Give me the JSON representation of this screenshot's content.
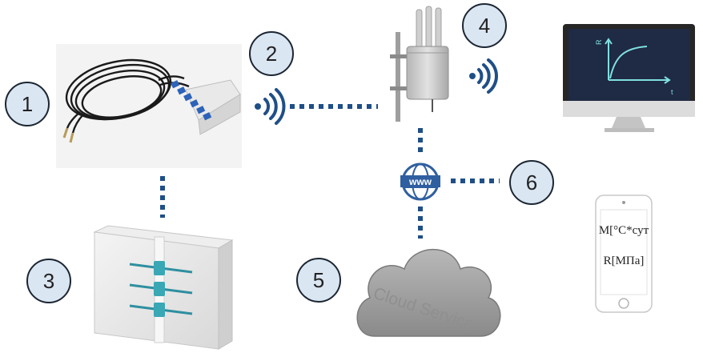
{
  "badges": [
    "1",
    "2",
    "3",
    "4",
    "5",
    "6"
  ],
  "cloud": {
    "label": "Cloud Service"
  },
  "phone": {
    "line1": "M[°C*сут",
    "line2": "R[МПа]"
  },
  "monitor": {
    "y_axis_label": "R",
    "x_axis_label": "t"
  },
  "colors": {
    "connector": "#1f4f87",
    "badge_fill": "#dbe6f3",
    "badge_stroke": "#1c2633",
    "wifi": "#1f4f87",
    "globe": "#2f5fa0",
    "cloud_fill": "#9a9a9a",
    "monitor_screen": "#1f2a44",
    "curve": "#7fe0e0"
  },
  "icons": [
    "sensor-cables-photo",
    "wifi-icon",
    "gateway-router",
    "monitor-icon",
    "globe-www-icon",
    "cloud-icon",
    "smartphone-icon",
    "concrete-block-icon"
  ]
}
